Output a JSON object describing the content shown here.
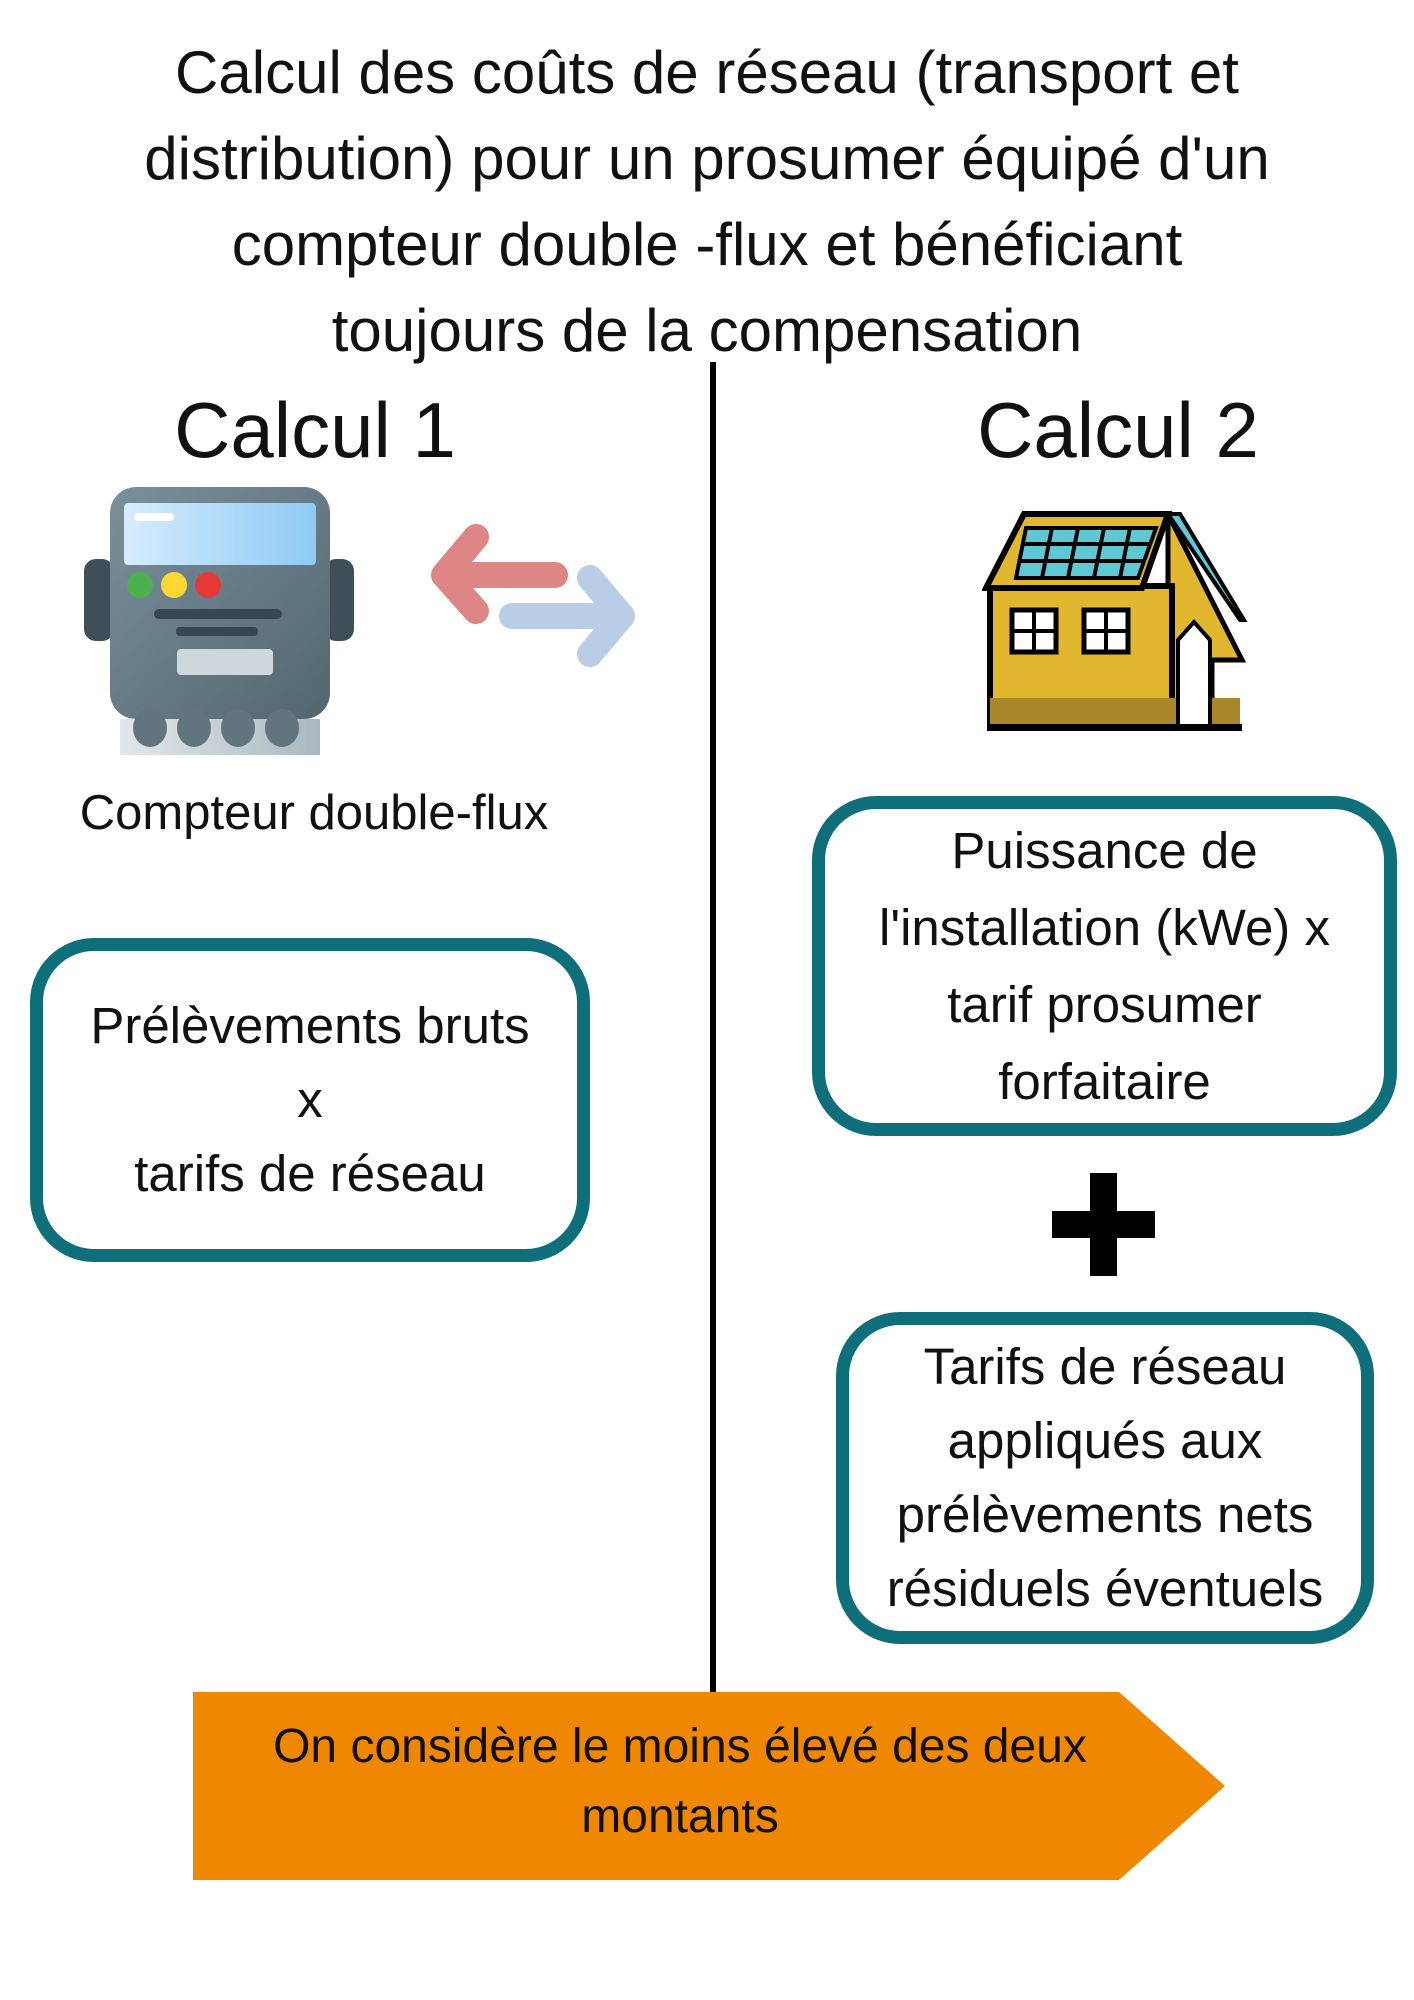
{
  "title": "Calcul des coûts de réseau (transport et distribution) pour un prosumer équipé d'un compteur double -flux et bénéficiant toujours de la compensation",
  "title_lines": [
    "Calcul des coûts de réseau (transport et",
    "distribution) pour un prosumer équipé d'un",
    "compteur double -flux et bénéficiant",
    "toujours de la compensation"
  ],
  "calcul1": {
    "heading": "Calcul 1",
    "icon": "double-flow-meter-icon",
    "meter_label": "Compteur double-flux",
    "formula_lines": [
      "Prélèvements bruts",
      "x",
      "tarifs de réseau"
    ]
  },
  "calcul2": {
    "heading": "Calcul 2",
    "icon": "solar-house-icon",
    "formula1_lines": [
      "Puissance de",
      "l'installation (kWe) x",
      "tarif prosumer",
      "forfaitaire"
    ],
    "operator": "plus-icon",
    "formula2_lines": [
      "Tarifs de réseau",
      "appliqués aux",
      "prélèvements nets",
      "résiduels éventuels"
    ]
  },
  "conclusion_lines": [
    "On considère le moins élevé des deux",
    "montants"
  ],
  "colors": {
    "box_border": "#0e6f7b",
    "conclusion_bg": "#f08700",
    "house": "#e0b72f"
  }
}
